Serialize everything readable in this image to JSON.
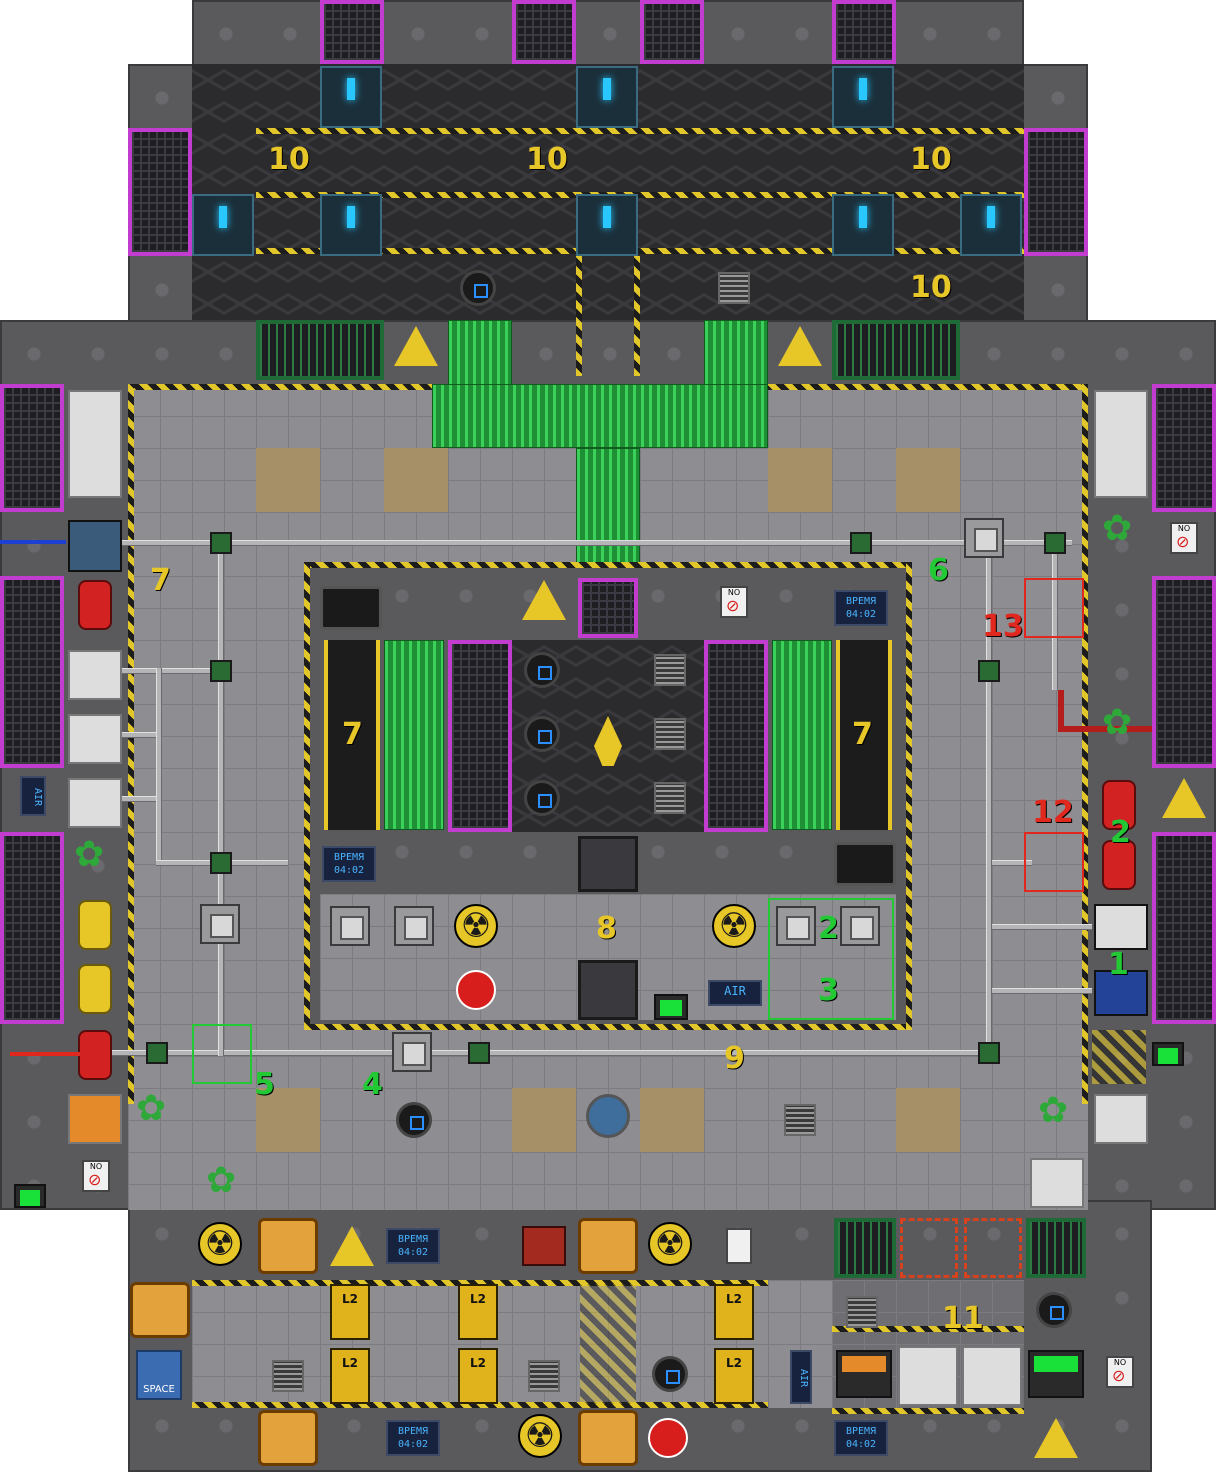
{
  "map": {
    "title": "",
    "labels_yellow": {
      "l10a": "10",
      "l10b": "10",
      "l10c": "10",
      "l10d": "10",
      "l7a": "7",
      "l7b": "7",
      "l7c": "7",
      "l8": "8",
      "l9": "9",
      "l11": "11"
    },
    "labels_green": {
      "l1": "1",
      "l2": "2",
      "l3": "3",
      "l4": "4",
      "l5": "5",
      "l6": "6"
    },
    "labels_red": {
      "l12": "12",
      "l13": "13"
    },
    "signs": {
      "time_title": "ВРЕМЯ",
      "time_value": "04:02",
      "caution": "CAUTION",
      "no": "NO",
      "air": "AIR",
      "space": "SPACE"
    },
    "colors": {
      "walls": "#5a5a5d",
      "windows_frame": "#c23ccf",
      "hazard_stripe": "#e7c628",
      "circuit_floor": "#1e8f34",
      "lamp": "#29c7ff"
    }
  }
}
